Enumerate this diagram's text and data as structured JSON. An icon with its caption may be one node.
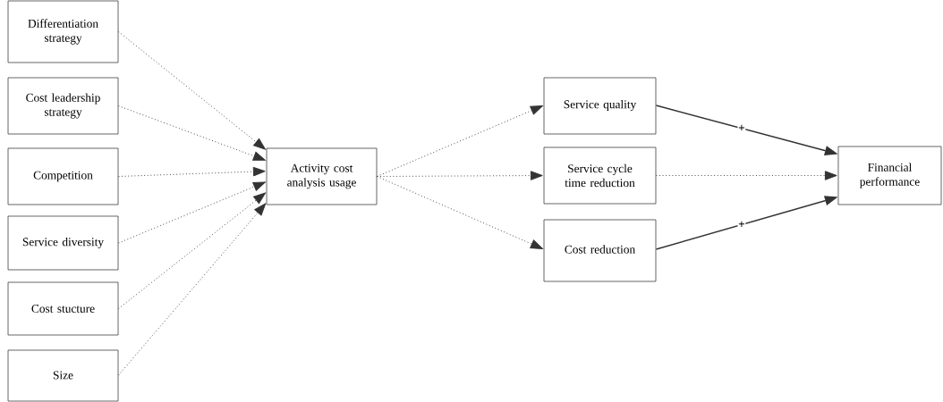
{
  "diagram": {
    "nodes": [
      {
        "text": [
          "Differentiation strategy"
        ]
      },
      {
        "text": [
          "Cost leadership strategy"
        ]
      },
      {
        "text": [
          "Competition"
        ]
      },
      {
        "text": [
          "Service diversity"
        ]
      },
      {
        "text": [
          "Cost stucture"
        ]
      },
      {
        "text": [
          "Size"
        ]
      },
      {
        "text": [
          "Activity cost analysis usage"
        ]
      },
      {
        "text": [
          "Service quality"
        ]
      },
      {
        "text": [
          "Service cycle time reduction"
        ]
      },
      {
        "text": [
          "Cost reduction"
        ]
      },
      {
        "text": [
          "Financial performance"
        ]
      }
    ],
    "edges": [
      {
        "from": 0,
        "to": 6,
        "arrow": "to",
        "style": "dashed"
      },
      {
        "from": 1,
        "to": 6,
        "arrow": "to",
        "style": "dashed"
      },
      {
        "from": 2,
        "to": 6,
        "arrow": "to",
        "style": "dashed"
      },
      {
        "from": 3,
        "to": 6,
        "arrow": "to",
        "style": "dashed"
      },
      {
        "from": 4,
        "to": 6,
        "arrow": "to",
        "style": "dashed"
      },
      {
        "from": 5,
        "to": 6,
        "arrow": "to",
        "style": "dashed"
      },
      {
        "from": 6,
        "to": 7,
        "arrow": "to",
        "style": "dashed"
      },
      {
        "from": 6,
        "to": 8,
        "arrow": "to",
        "style": "dashed"
      },
      {
        "from": 6,
        "to": 9,
        "arrow": "to",
        "style": "dashed"
      },
      {
        "from": 7,
        "to": 10,
        "arrow": "to",
        "label": "+"
      },
      {
        "from": 8,
        "to": 10,
        "arrow": "to",
        "style": "dashed"
      },
      {
        "from": 9,
        "to": 10,
        "arrow": "to",
        "label": "+"
      }
    ]
  }
}
